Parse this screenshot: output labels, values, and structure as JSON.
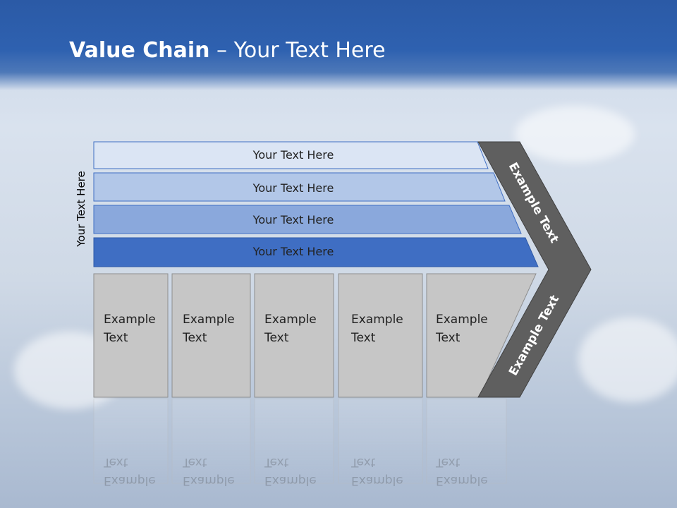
{
  "title": {
    "bold": "Value Chain",
    "rest": " – Your Text Here"
  },
  "side_label": "Your Text Here",
  "bars": [
    {
      "label": "Your Text Here",
      "color": "#dbe5f4"
    },
    {
      "label": "Your Text Here",
      "color": "#b2c7e8"
    },
    {
      "label": "Your Text Here",
      "color": "#8aa8dc"
    },
    {
      "label": "Your Text Here",
      "color": "#3f6ec3"
    }
  ],
  "boxes": [
    {
      "line1": "Example",
      "line2": "Text"
    },
    {
      "line1": "Example",
      "line2": "Text"
    },
    {
      "line1": "Example",
      "line2": "Text"
    },
    {
      "line1": "Example",
      "line2": "Text"
    },
    {
      "line1": "Example",
      "line2": "Text"
    }
  ],
  "chevron": {
    "upper": "Example Text",
    "lower": "Example Text",
    "color": "#5f5f5f"
  },
  "colors": {
    "header": "#2e61b0",
    "box": "#c6c6c6"
  }
}
